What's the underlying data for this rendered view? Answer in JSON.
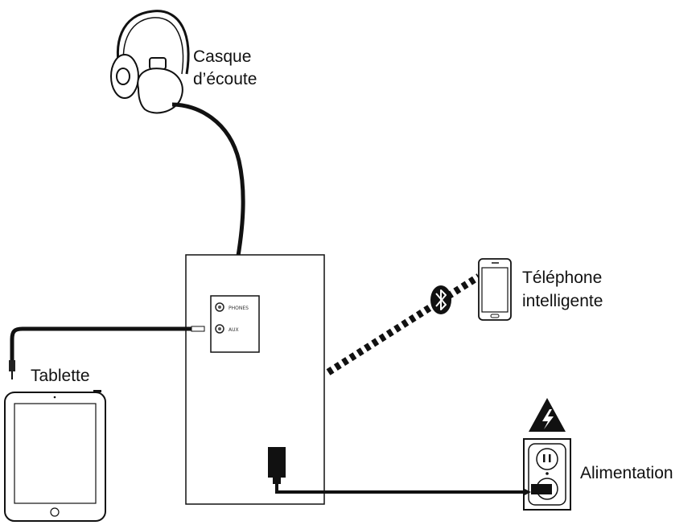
{
  "labels": {
    "headphones_line1": "Casque",
    "headphones_line2": "d’écoute",
    "phone_line1": "Téléphone",
    "phone_line2": "intelligente",
    "tablet": "Tablette",
    "power": "Alimentation"
  },
  "panel": {
    "jack1": "PHONES",
    "jack2": "AUX"
  },
  "colors": {
    "line": "#111111",
    "background": "#ffffff"
  },
  "icons": [
    "headphones-icon",
    "smartphone-icon",
    "bluetooth-icon",
    "tablet-icon",
    "power-outlet-icon",
    "high-voltage-warning-icon",
    "power-plug-icon"
  ]
}
